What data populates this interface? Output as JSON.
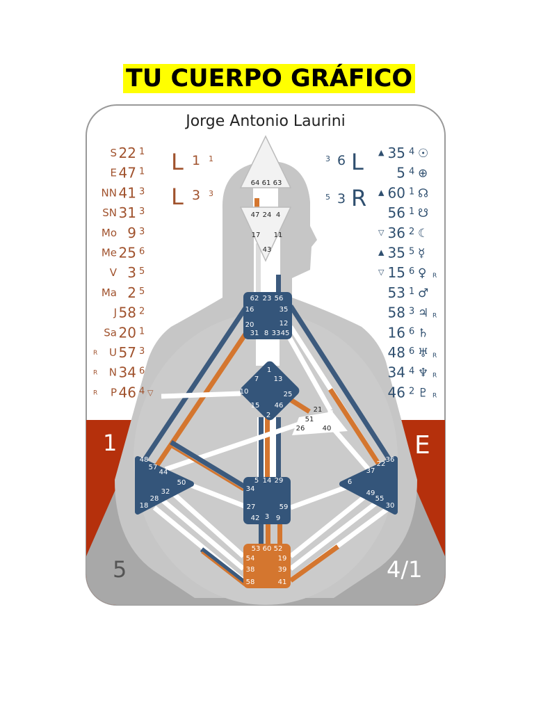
{
  "title": "TU CUERPO GRÁFICO",
  "name": "Jorge Antonio Laurini",
  "colors": {
    "design": "#c86a2e",
    "personality": "#3c5a7d",
    "defined_center": "#34557a",
    "sacral": "#d4762f",
    "body": "#c6c6c6",
    "band": "#b5300c",
    "head": "#f2f2f2"
  },
  "design_column": [
    {
      "prefix": "",
      "label": "S",
      "gate": "22",
      "line": "1",
      "mark": ""
    },
    {
      "prefix": "",
      "label": "E",
      "gate": "47",
      "line": "1",
      "mark": ""
    },
    {
      "prefix": "",
      "label": "NN",
      "gate": "41",
      "line": "3",
      "mark": ""
    },
    {
      "prefix": "",
      "label": "SN",
      "gate": "31",
      "line": "3",
      "mark": ""
    },
    {
      "prefix": "",
      "label": "Mo",
      "gate": "9",
      "line": "3",
      "mark": ""
    },
    {
      "prefix": "",
      "label": "Me",
      "gate": "25",
      "line": "6",
      "mark": ""
    },
    {
      "prefix": "",
      "label": "V",
      "gate": "3",
      "line": "5",
      "mark": ""
    },
    {
      "prefix": "",
      "label": "Ma",
      "gate": "2",
      "line": "5",
      "mark": ""
    },
    {
      "prefix": "",
      "label": "J",
      "gate": "58",
      "line": "2",
      "mark": ""
    },
    {
      "prefix": "",
      "label": "Sa",
      "gate": "20",
      "line": "1",
      "mark": ""
    },
    {
      "prefix": "R",
      "label": "U",
      "gate": "57",
      "line": "3",
      "mark": ""
    },
    {
      "prefix": "R",
      "label": "N",
      "gate": "34",
      "line": "6",
      "mark": ""
    },
    {
      "prefix": "R",
      "label": "P",
      "gate": "46",
      "line": "4",
      "mark": "▽"
    }
  ],
  "personality_column": [
    {
      "mark": "▲",
      "gate": "35",
      "line": "4",
      "symbol": "☉",
      "retro": ""
    },
    {
      "mark": "",
      "gate": "5",
      "line": "4",
      "symbol": "⊕",
      "retro": ""
    },
    {
      "mark": "▲",
      "gate": "60",
      "line": "1",
      "symbol": "☊",
      "retro": ""
    },
    {
      "mark": "",
      "gate": "56",
      "line": "1",
      "symbol": "☋",
      "retro": ""
    },
    {
      "mark": "▽",
      "gate": "36",
      "line": "2",
      "symbol": "☾",
      "retro": ""
    },
    {
      "mark": "▲",
      "gate": "35",
      "line": "5",
      "symbol": "☿",
      "retro": ""
    },
    {
      "mark": "▽",
      "gate": "15",
      "line": "6",
      "symbol": "♀",
      "retro": "R"
    },
    {
      "mark": "",
      "gate": "53",
      "line": "1",
      "symbol": "♂",
      "retro": ""
    },
    {
      "mark": "",
      "gate": "58",
      "line": "3",
      "symbol": "♃",
      "retro": "R"
    },
    {
      "mark": "",
      "gate": "16",
      "line": "6",
      "symbol": "♄",
      "retro": ""
    },
    {
      "mark": "",
      "gate": "48",
      "line": "6",
      "symbol": "♅",
      "retro": "R"
    },
    {
      "mark": "",
      "gate": "34",
      "line": "4",
      "symbol": "♆",
      "retro": "R"
    },
    {
      "mark": "",
      "gate": "46",
      "line": "2",
      "symbol": "♇",
      "retro": "R"
    }
  ],
  "variables_left": [
    {
      "arrow": "L",
      "a": "1",
      "b": "1"
    },
    {
      "arrow": "L",
      "a": "3",
      "b": "3"
    }
  ],
  "variables_right": [
    {
      "a": "3",
      "b": "6",
      "arrow": "L"
    },
    {
      "a": "5",
      "b": "3",
      "arrow": "R"
    }
  ],
  "band_left": "1",
  "band_right": "E",
  "corner_left": "5",
  "corner_right": "4/1",
  "gates": {
    "head": [
      "64",
      "61",
      "63"
    ],
    "ajna": [
      "47",
      "24",
      "4",
      "17",
      "11",
      "43"
    ],
    "throat": [
      "62",
      "23",
      "56",
      "16",
      "35",
      "20",
      "12",
      "31",
      "8",
      "33",
      "45"
    ],
    "g": [
      "1",
      "7",
      "13",
      "10",
      "25",
      "15",
      "46",
      "2"
    ],
    "ego": [
      "21",
      "51",
      "26",
      "40"
    ],
    "spleen": [
      "48",
      "57",
      "44",
      "50",
      "32",
      "28",
      "18"
    ],
    "sacral": [
      "5",
      "14",
      "29",
      "34",
      "27",
      "59",
      "42",
      "3",
      "9"
    ],
    "solar": [
      "36",
      "37",
      "22",
      "6",
      "49",
      "55",
      "30"
    ],
    "root": [
      "53",
      "60",
      "52",
      "54",
      "19",
      "38",
      "39",
      "58",
      "41"
    ]
  }
}
